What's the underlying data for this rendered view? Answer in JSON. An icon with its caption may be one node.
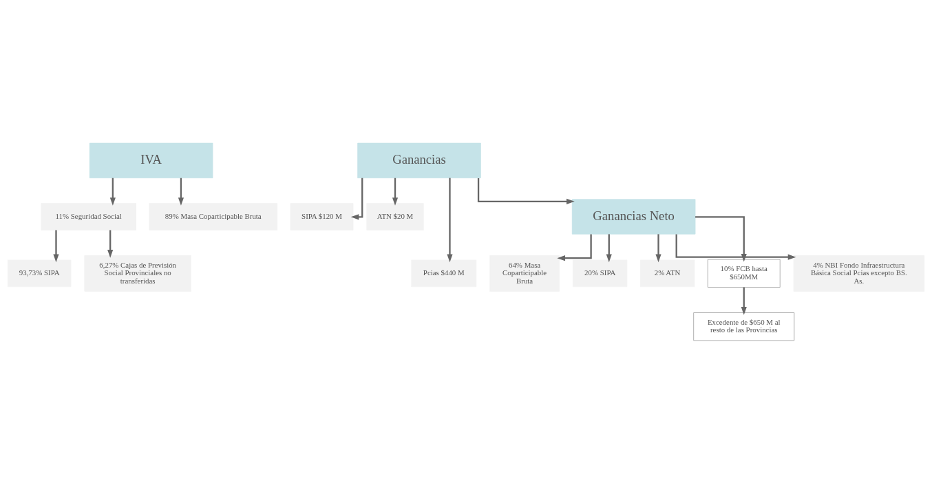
{
  "diagram": {
    "nodes": [
      {
        "text": [
          "IVA"
        ]
      },
      {
        "text": [
          "Ganancias"
        ]
      },
      {
        "text": [
          "11% Seguridad Social"
        ]
      },
      {
        "text": [
          "89% Masa Coparticipable Bruta"
        ]
      },
      {
        "text": [
          "93,73% SIPA"
        ]
      },
      {
        "text": [
          "6,27% Cajas de Previsión Social Provinciales no transferidas"
        ]
      },
      {
        "text": [
          "SIPA $120 M"
        ]
      },
      {
        "text": [
          "ATN $20 M"
        ]
      },
      {
        "text": [
          "Pcias $440 M"
        ]
      },
      {
        "text": [
          "Ganancias Neto"
        ]
      },
      {
        "text": [
          "64% Masa Coparticipable Bruta"
        ]
      },
      {
        "text": [
          "20% SIPA"
        ]
      },
      {
        "text": [
          "2% ATN"
        ]
      },
      {
        "text": [
          "10% FCB hasta $650MM"
        ]
      },
      {
        "text": [
          "4% NBI Fondo Infraestructura Básica Social Pcias excepto BS. As."
        ]
      },
      {
        "text": [
          "Excedente de $650 M al resto de las Provincias"
        ]
      }
    ],
    "edges": [
      {
        "from": 0,
        "to": 2,
        "arrow": "to"
      },
      {
        "from": 0,
        "to": 3,
        "arrow": "to"
      },
      {
        "from": 2,
        "to": 4,
        "arrow": "to"
      },
      {
        "from": 2,
        "to": 5,
        "arrow": "to"
      },
      {
        "from": 1,
        "to": 6,
        "arrow": "to"
      },
      {
        "from": 1,
        "to": 7,
        "arrow": "to"
      },
      {
        "from": 1,
        "to": 8,
        "arrow": "to"
      },
      {
        "from": 1,
        "to": 9,
        "arrow": "to"
      },
      {
        "from": 9,
        "to": 10,
        "arrow": "to"
      },
      {
        "from": 9,
        "to": 11,
        "arrow": "to"
      },
      {
        "from": 9,
        "to": 12,
        "arrow": "to"
      },
      {
        "from": 9,
        "to": 13,
        "arrow": "to"
      },
      {
        "from": 9,
        "to": 14,
        "arrow": "to"
      },
      {
        "from": 13,
        "to": 15,
        "arrow": "to"
      }
    ]
  }
}
